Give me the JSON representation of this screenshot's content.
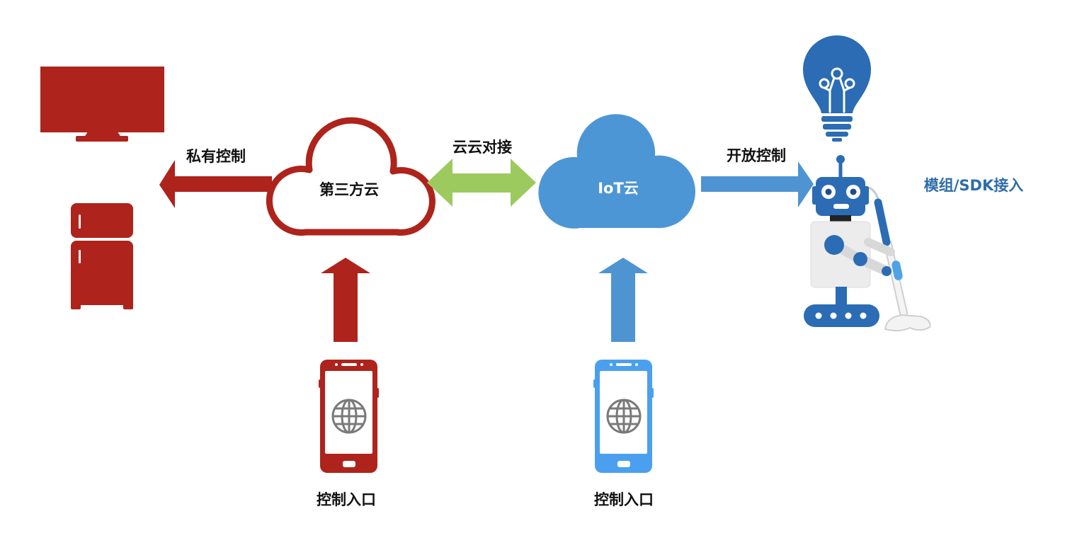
{
  "diagram": {
    "private_control": "私有控制",
    "third_party_cloud": "第三方云",
    "cloud_to_cloud": "云云对接",
    "iot_cloud": "IoT云",
    "open_control": "开放控制",
    "module_sdk_access": "模组/SDK接入",
    "control_entries": [
      "控制入口",
      "控制入口"
    ]
  },
  "icons": {
    "tv": "tv-icon",
    "fridge": "fridge-icon",
    "light_bulb": "light-bulb-icon",
    "robot": "robot-icon",
    "mop": "mop-icon",
    "smartphone": "smartphone-icon",
    "globe": "globe-icon"
  },
  "colors": {
    "red": "#ae231b",
    "blue_cloud": "#4d96d5",
    "blue_arrow": "#4e94d3",
    "blue_phone": "#4aa0ef",
    "blue_dark": "#2b6cb4",
    "green": "#9dca5e",
    "label_blue": "#2e6da8",
    "label_black": "#111111",
    "globe_gray": "#7a7a7a"
  }
}
